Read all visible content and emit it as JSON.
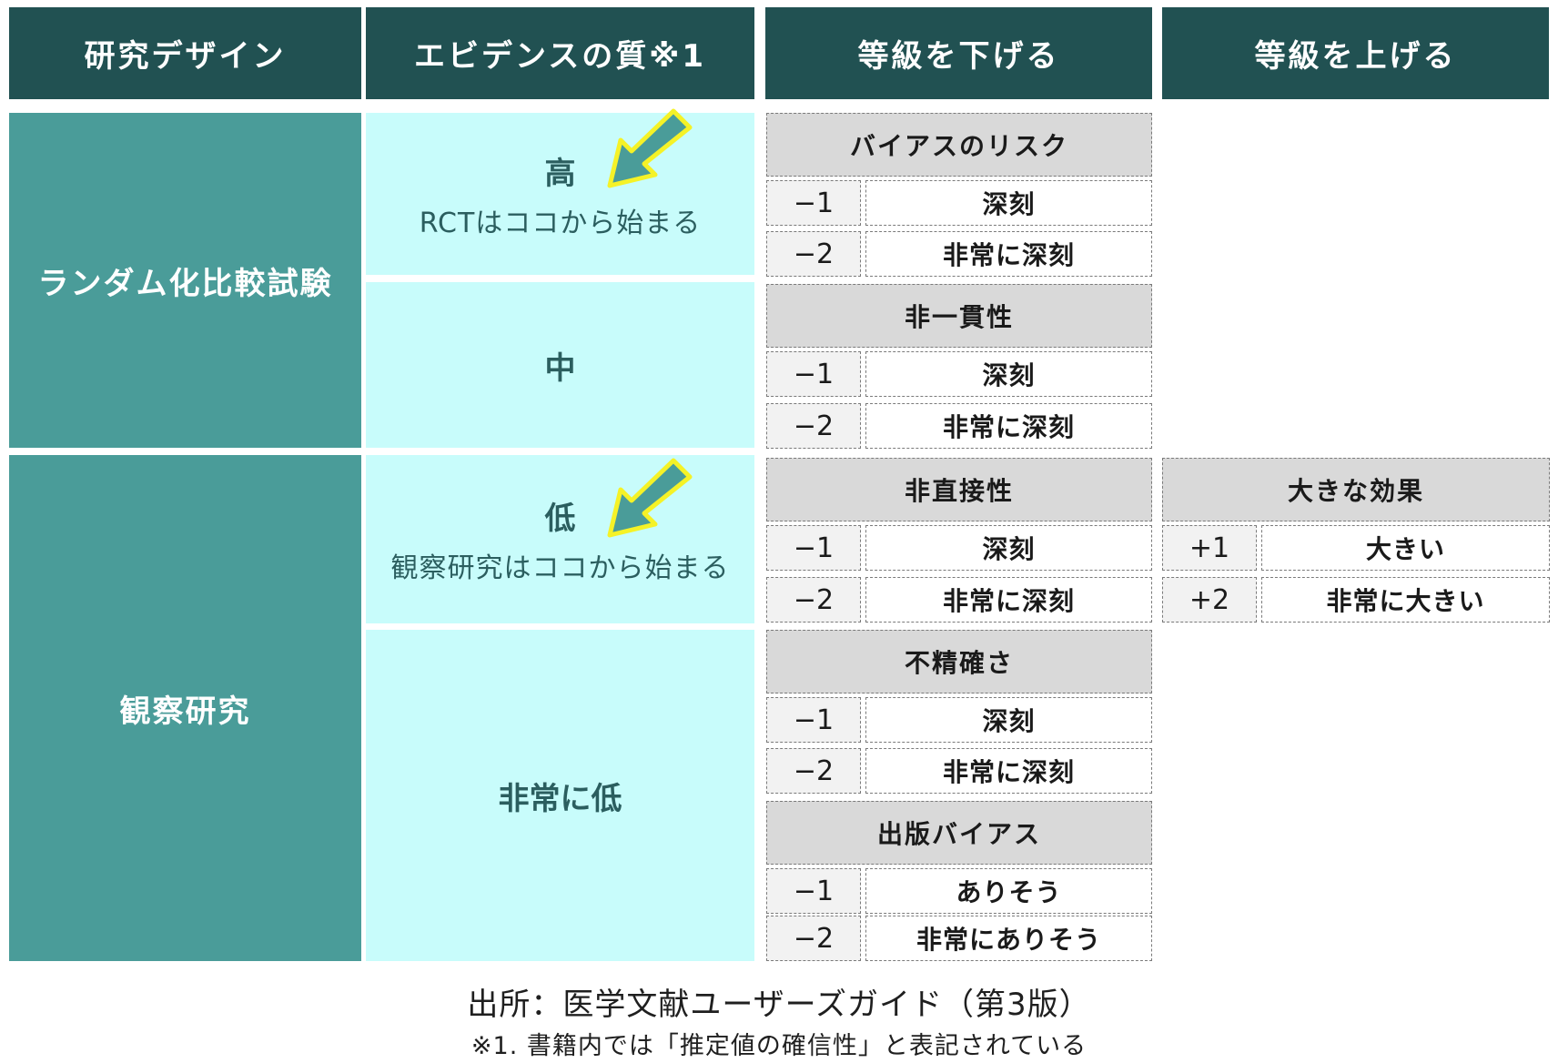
{
  "headers": {
    "design": "研究デザイン",
    "quality": "エビデンスの質※1",
    "downgrade": "等級を下げる",
    "upgrade": "等級を上げる"
  },
  "designs": {
    "rct": "ランダム化比較試験",
    "observational": "観察研究"
  },
  "quality": {
    "high": {
      "level": "高",
      "note": "RCTはココから始まる"
    },
    "moderate": {
      "level": "中"
    },
    "low": {
      "level": "低",
      "note": "観察研究はココから始まる"
    },
    "very_low": {
      "level": "非常に低"
    }
  },
  "downgrade_factors": [
    {
      "name": "バイアスのリスク",
      "rows": [
        {
          "score": "−1",
          "label": "深刻"
        },
        {
          "score": "−2",
          "label": "非常に深刻"
        }
      ]
    },
    {
      "name": "非一貫性",
      "rows": [
        {
          "score": "−1",
          "label": "深刻"
        },
        {
          "score": "−2",
          "label": "非常に深刻"
        }
      ]
    },
    {
      "name": "非直接性",
      "rows": [
        {
          "score": "−1",
          "label": "深刻"
        },
        {
          "score": "−2",
          "label": "非常に深刻"
        }
      ]
    },
    {
      "name": "不精確さ",
      "rows": [
        {
          "score": "−1",
          "label": "深刻"
        },
        {
          "score": "−2",
          "label": "非常に深刻"
        }
      ]
    },
    {
      "name": "出版バイアス",
      "rows": [
        {
          "score": "−1",
          "label": "ありそう"
        },
        {
          "score": "−2",
          "label": "非常にありそう"
        }
      ]
    }
  ],
  "upgrade_factors": [
    {
      "name": "大きな効果",
      "rows": [
        {
          "score": "+1",
          "label": "大きい"
        },
        {
          "score": "+2",
          "label": "非常に大きい"
        }
      ]
    }
  ],
  "source": "出所：医学文献ユーザーズガイド（第3版）",
  "footnote": "※1. 書籍内では「推定値の確信性」と表記されている",
  "colors": {
    "header_bg": "#215152",
    "design_bg": "#4a9c99",
    "quality_bg": "#c8fcfb",
    "factor_bg": "#d9d9d9",
    "arrow_fill": "#4a9c99",
    "arrow_stroke": "#f5f227"
  }
}
